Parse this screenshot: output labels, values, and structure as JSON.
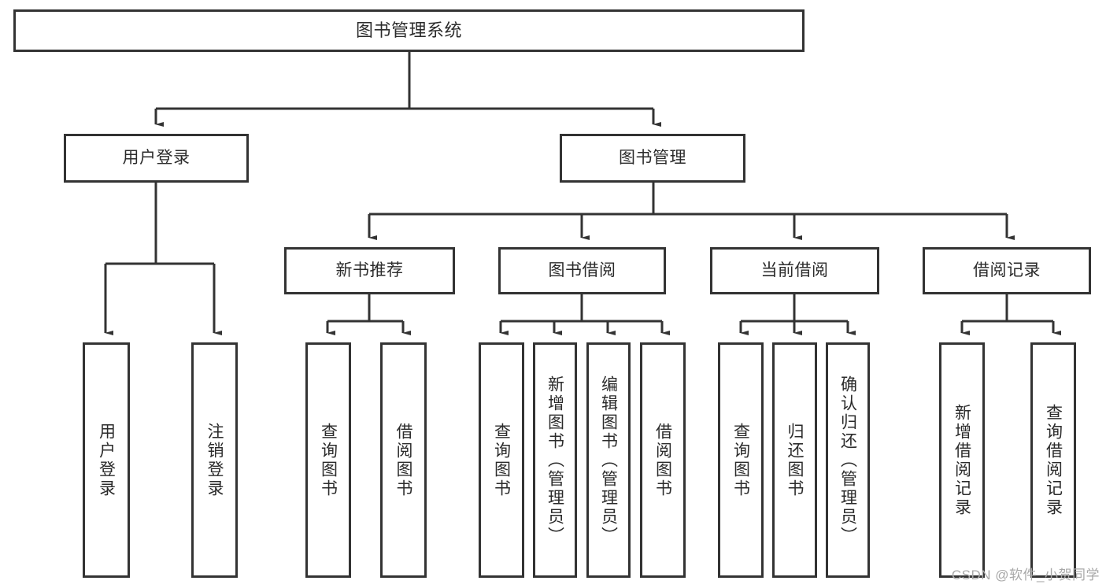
{
  "diagram": {
    "title": "图书管理系统",
    "type": "tree-hierarchy",
    "levels": 4,
    "line_color": "#333333",
    "box_fill": "#ffffff",
    "text_color": "#2b2b2b",
    "nodes": {
      "root": {
        "label": "图书管理系统"
      },
      "level2": [
        {
          "id": "user-login",
          "label": "用户登录"
        },
        {
          "id": "book-management",
          "label": "图书管理"
        }
      ],
      "level3": [
        {
          "id": "new-book-recommend",
          "label": "新书推荐"
        },
        {
          "id": "book-borrow",
          "label": "图书借阅"
        },
        {
          "id": "current-borrow",
          "label": "当前借阅"
        },
        {
          "id": "borrow-record",
          "label": "借阅记录"
        }
      ],
      "leaves": {
        "user_login": [
          {
            "id": "leaf-user-login",
            "label": "用户登录"
          },
          {
            "id": "leaf-logout",
            "label": "注销登录"
          }
        ],
        "new_book_recommend": [
          {
            "id": "leaf-query-book-1",
            "label": "查询图书"
          },
          {
            "id": "leaf-borrow-book-1",
            "label": "借阅图书"
          }
        ],
        "book_borrow": [
          {
            "id": "leaf-query-book-2",
            "label": "查询图书"
          },
          {
            "id": "leaf-add-book",
            "label": "新增图书（管理员）"
          },
          {
            "id": "leaf-edit-book",
            "label": "编辑图书（管理员）"
          },
          {
            "id": "leaf-borrow-book-2",
            "label": "借阅图书"
          }
        ],
        "current_borrow": [
          {
            "id": "leaf-query-book-3",
            "label": "查询图书"
          },
          {
            "id": "leaf-return-book",
            "label": "归还图书"
          },
          {
            "id": "leaf-confirm-return",
            "label": "确认归还（管理员）"
          }
        ],
        "borrow_record": [
          {
            "id": "leaf-add-record",
            "label": "新增借阅记录"
          },
          {
            "id": "leaf-query-record",
            "label": "查询借阅记录"
          }
        ]
      }
    }
  },
  "watermark": {
    "text": "CSDN @软件_小贺同学"
  }
}
